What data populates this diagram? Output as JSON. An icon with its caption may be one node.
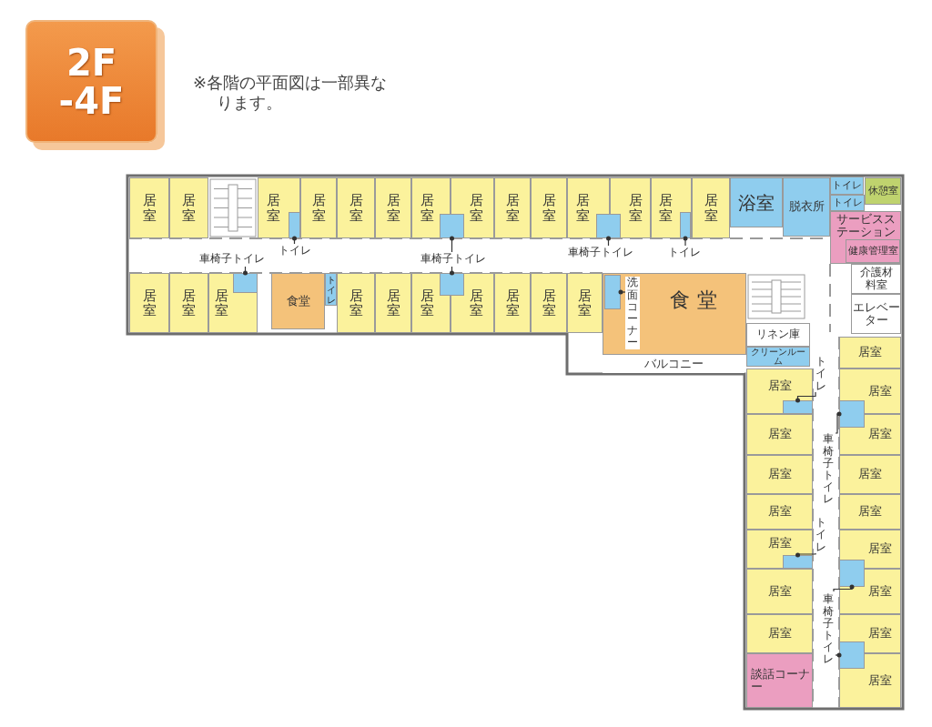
{
  "diagram": {
    "nodes": [
      {
        "text": [
          "2F -4F"
        ]
      },
      {
        "text": [
          "居室"
        ]
      },
      {
        "text": [
          "居室"
        ]
      },
      {
        "text": [
          "居室"
        ]
      },
      {
        "text": [],
        "shape": "box",
        "in": 3
      },
      {
        "text": [
          "居室"
        ]
      },
      {
        "text": [
          "居室"
        ]
      },
      {
        "text": [
          "居室"
        ]
      },
      {
        "text": [
          "居室"
        ]
      },
      {
        "text": [],
        "shape": "box"
      },
      {
        "text": [
          "居室"
        ]
      },
      {
        "text": [
          "居室"
        ]
      },
      {
        "text": [
          "居室"
        ]
      },
      {
        "text": [
          "居室"
        ]
      },
      {
        "text": [],
        "shape": "box"
      },
      {
        "text": [
          "居室"
        ]
      },
      {
        "text": [
          "居室"
        ]
      },
      {
        "text": [],
        "shape": "box",
        "in": 16
      },
      {
        "text": [
          "居室"
        ]
      },
      {
        "text": [
          "浴室"
        ]
      },
      {
        "text": [
          "脱衣所"
        ]
      },
      {
        "text": [
          "トイレ"
        ]
      },
      {
        "text": [
          "トイレ"
        ]
      },
      {
        "text": [
          "休憩室"
        ]
      },
      {
        "text": [
          "サービスステーション"
        ]
      },
      {
        "text": [
          "健康管理室"
        ],
        "in": 24
      },
      {
        "text": [
          "車椅子トイレ"
        ]
      },
      {
        "text": [
          "トイレ"
        ]
      },
      {
        "text": [
          "車椅子トイレ"
        ]
      },
      {
        "text": [
          "車椅子トイレ"
        ]
      },
      {
        "text": [
          "トイレ"
        ]
      },
      {
        "text": [
          "居室"
        ]
      },
      {
        "text": [
          "居室"
        ]
      },
      {
        "text": [
          "居室"
        ]
      },
      {
        "text": [],
        "shape": "box",
        "in": 33
      },
      {
        "text": [
          "食堂"
        ]
      },
      {
        "text": [
          "トイレ"
        ]
      },
      {
        "text": [
          "居室"
        ]
      },
      {
        "text": [
          "居室"
        ]
      },
      {
        "text": [
          "居室"
        ]
      },
      {
        "text": [],
        "shape": "box"
      },
      {
        "text": [
          "居室"
        ]
      },
      {
        "text": [
          "居室"
        ]
      },
      {
        "text": [
          "居室"
        ]
      },
      {
        "text": [
          "居室"
        ]
      },
      {
        "text": [
          "食堂"
        ]
      },
      {
        "text": [],
        "shape": "box",
        "in": 45
      },
      {
        "text": [
          "洗面コーナー"
        ],
        "in": 45
      },
      {
        "text": [
          "介護材料室"
        ]
      },
      {
        "text": [
          "エレベーター"
        ]
      },
      {
        "text": [
          "リネン庫"
        ]
      },
      {
        "text": [
          "クリーンルーム"
        ]
      },
      {
        "text": [
          "バルコニー"
        ]
      },
      {
        "text": [
          "居室"
        ]
      },
      {
        "text": [
          "トイレ"
        ]
      },
      {
        "text": [
          "車椅子トイレ"
        ]
      },
      {
        "text": [
          "トイレ"
        ]
      },
      {
        "text": [
          "車椅子トイレ"
        ]
      },
      {
        "text": [
          "居室"
        ]
      },
      {
        "text": [],
        "shape": "box",
        "in": 58
      },
      {
        "text": [
          "居室"
        ]
      },
      {
        "text": [
          "居室"
        ]
      },
      {
        "text": [
          "居室"
        ]
      },
      {
        "text": [
          "居室"
        ]
      },
      {
        "text": [],
        "shape": "box",
        "in": 63
      },
      {
        "text": [
          "居室"
        ]
      },
      {
        "text": [
          "居室"
        ]
      },
      {
        "text": [
          "談話コーナー"
        ]
      },
      {
        "text": [
          "居室"
        ]
      },
      {
        "text": [],
        "shape": "box"
      },
      {
        "text": [
          "居室"
        ]
      },
      {
        "text": [
          "居室"
        ]
      },
      {
        "text": [
          "居室"
        ]
      },
      {
        "text": [
          "居室"
        ]
      },
      {
        "text": [],
        "shape": "box"
      },
      {
        "text": [
          "居室"
        ]
      },
      {
        "text": [
          "居室"
        ]
      },
      {
        "text": [],
        "shape": "box"
      },
      {
        "text": [
          "居室"
        ]
      }
    ],
    "edges": [
      {
        "from": 26,
        "to": 34,
        "arrow": "other"
      },
      {
        "from": 27,
        "to": 4,
        "arrow": "other"
      },
      {
        "from": 28,
        "to": 9,
        "arrow": "other"
      },
      {
        "from": 28,
        "to": 40,
        "arrow": "other"
      },
      {
        "from": 29,
        "to": 14,
        "arrow": "other"
      },
      {
        "from": 30,
        "to": 17,
        "arrow": "other"
      },
      {
        "from": 47,
        "to": 46,
        "arrow": "other"
      },
      {
        "from": 54,
        "to": 59,
        "arrow": "other"
      },
      {
        "from": 55,
        "to": 69,
        "arrow": "other"
      },
      {
        "from": 56,
        "to": 64,
        "arrow": "other"
      },
      {
        "from": 57,
        "to": 74,
        "arrow": "other"
      },
      {
        "from": 57,
        "to": 77,
        "arrow": "other"
      }
    ],
    "labels": [
      "※各階の平面図は一部異なります。"
    ]
  }
}
